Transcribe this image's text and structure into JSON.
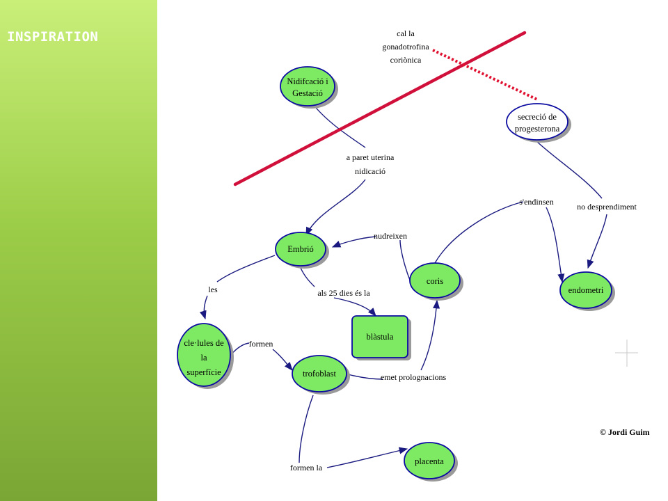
{
  "slide": {
    "title": "INSPIRATION",
    "credit": "© Jordi Guim"
  },
  "colors": {
    "node_fill": "#7eea63",
    "node_stroke": "#0a0aa0",
    "connector": "#1a1a80",
    "strike_line": "#d0103a",
    "dotted_line": "#e01030"
  },
  "nodes": {
    "nidificacio": [
      "Nidifcació i",
      "Gestació"
    ],
    "secrecio": [
      "secreció de",
      "progesterona"
    ],
    "embrio": [
      "Embrió"
    ],
    "coris": [
      "coris"
    ],
    "endometri": [
      "endometri"
    ],
    "cellules": [
      "cle·lules de",
      "la",
      "superfície"
    ],
    "blastula": [
      "blàstula"
    ],
    "trofoblast": [
      "trofoblast"
    ],
    "placenta": [
      "placenta"
    ]
  },
  "links": {
    "gonadotrofina": [
      "cal la",
      "gonadotrofina",
      "coriònica"
    ],
    "paret_uterina": [
      "a paret uterina",
      "nidicació"
    ],
    "endinsen": "s'endinsen",
    "no_desprendiment": "no desprendiment",
    "nudreixen": "nudreixen",
    "les": "les",
    "als_25_dies": "als 25 dies és la",
    "formen": "formen",
    "emet_prolognacions": "emet prolognacions",
    "formen_la": "formen la"
  }
}
